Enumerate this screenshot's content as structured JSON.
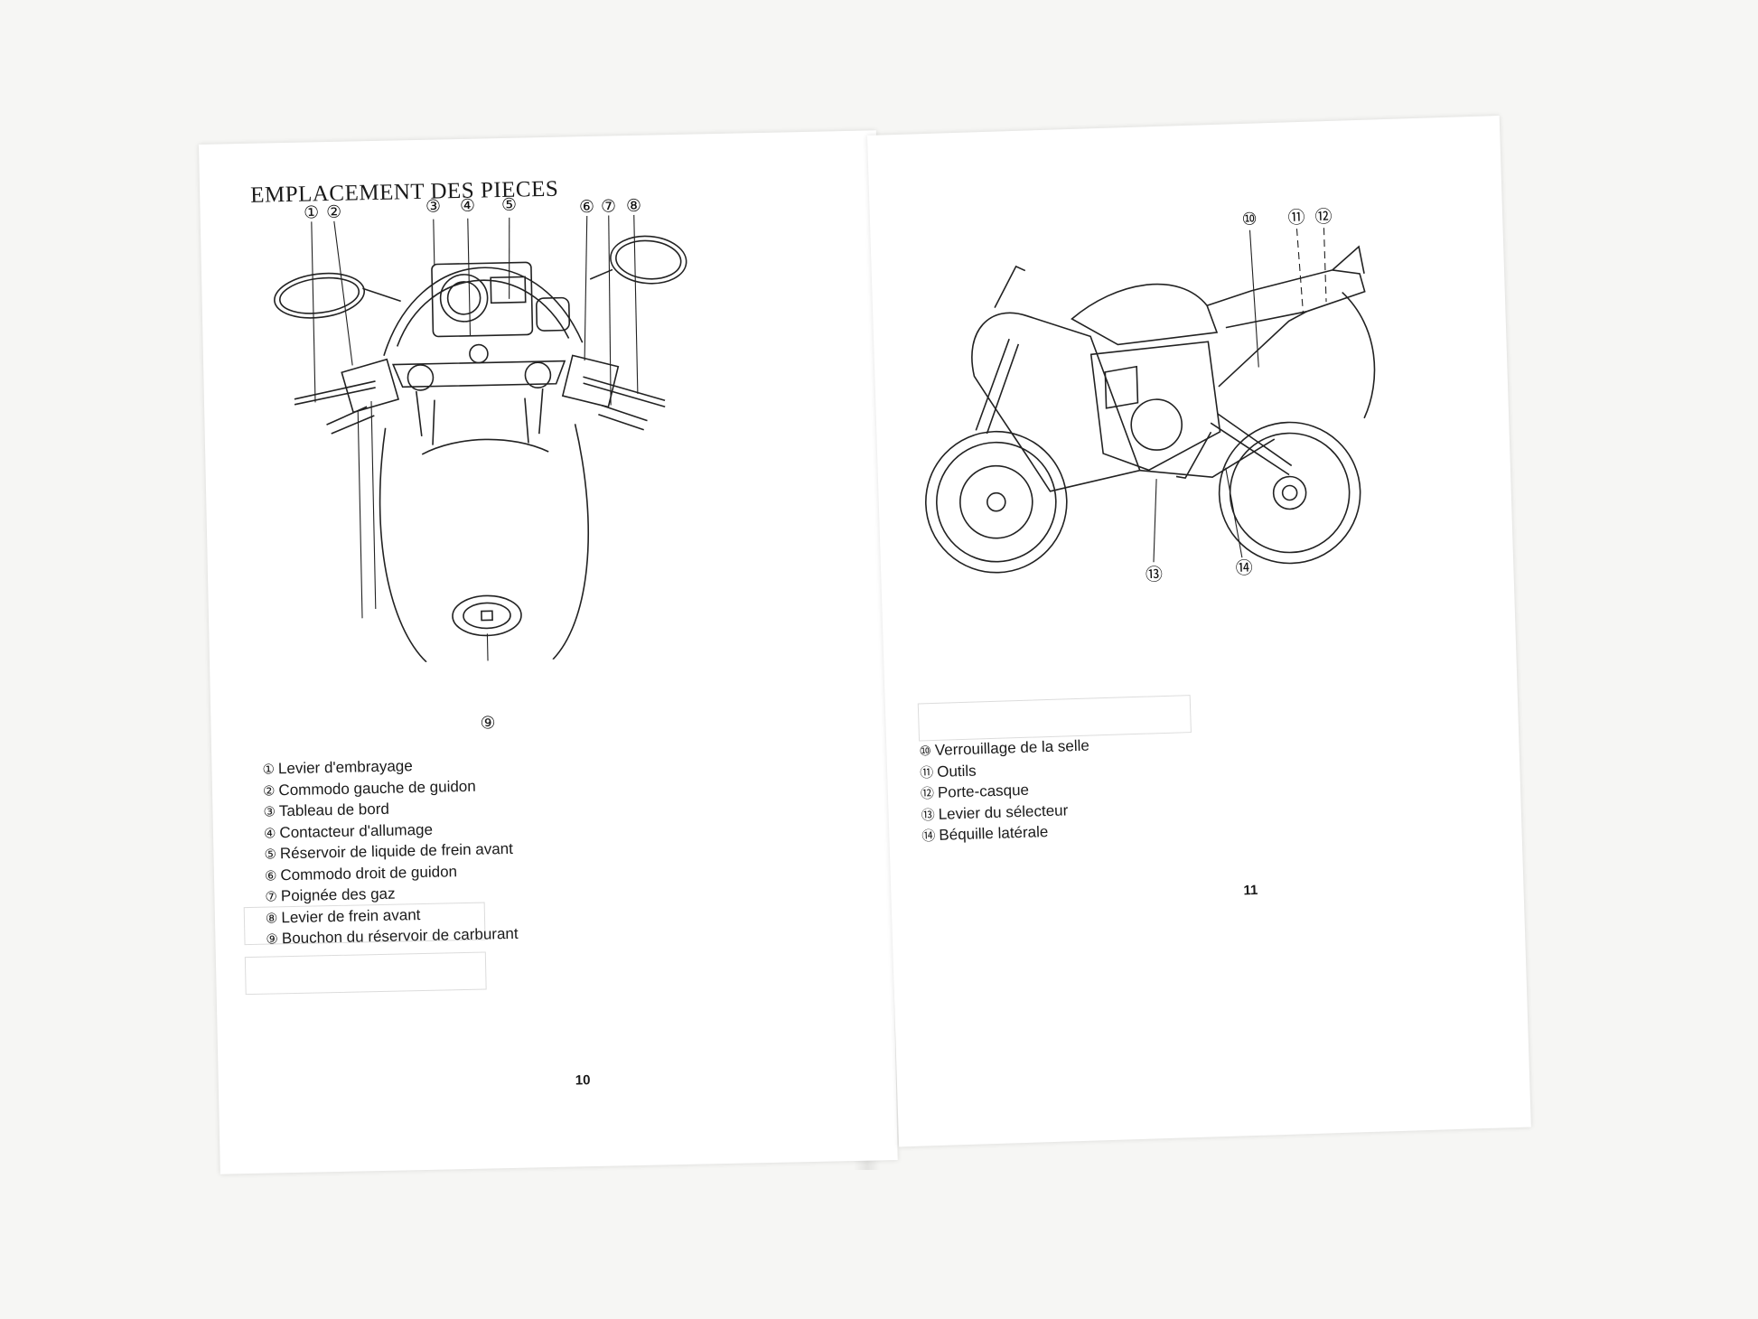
{
  "left_page": {
    "title": "EMPLACEMENT DES PIECES",
    "callouts": [
      "①",
      "②",
      "③",
      "④",
      "⑤",
      "⑥",
      "⑦",
      "⑧",
      "⑨"
    ],
    "legend": [
      {
        "num": "①",
        "label": "Levier d'embrayage"
      },
      {
        "num": "②",
        "label": "Commodo gauche de guidon"
      },
      {
        "num": "③",
        "label": "Tableau de bord"
      },
      {
        "num": "④",
        "label": "Contacteur d'allumage"
      },
      {
        "num": "⑤",
        "label": "Réservoir de liquide de frein avant"
      },
      {
        "num": "⑥",
        "label": "Commodo droit de guidon"
      },
      {
        "num": "⑦",
        "label": "Poignée des gaz"
      },
      {
        "num": "⑧",
        "label": "Levier de frein avant"
      },
      {
        "num": "⑨",
        "label": "Bouchon du réservoir de carburant"
      }
    ],
    "page_number": "10"
  },
  "right_page": {
    "callouts": [
      "⑩",
      "⑪",
      "⑫",
      "⑬",
      "⑭"
    ],
    "legend": [
      {
        "num": "⑩",
        "label": "Verrouillage de la selle"
      },
      {
        "num": "⑪",
        "label": "Outils"
      },
      {
        "num": "⑫",
        "label": "Porte-casque"
      },
      {
        "num": "⑬",
        "label": "Levier du sélecteur"
      },
      {
        "num": "⑭",
        "label": "Béquille latérale"
      }
    ],
    "page_number": "11"
  },
  "colors": {
    "paper": "#ffffff",
    "background": "#f6f6f4",
    "ink": "#1a1a1a",
    "show_through": "#d9d9d9"
  }
}
